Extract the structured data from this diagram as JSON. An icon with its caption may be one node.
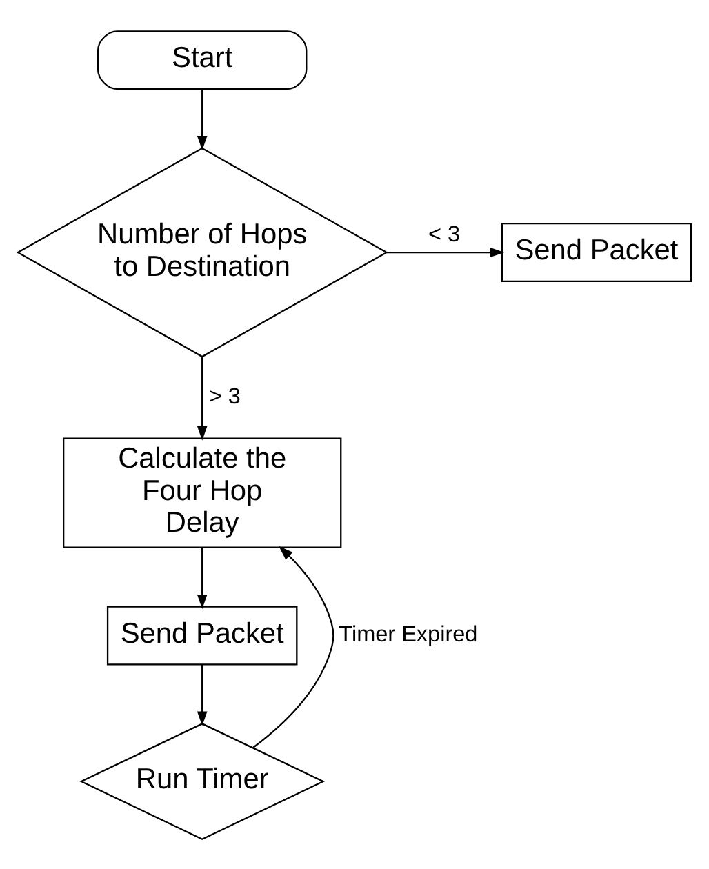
{
  "diagram": {
    "nodes": [
      {
        "text": [
          "Start"
        ]
      },
      {
        "text": [
          "Number of Hops to Destination"
        ]
      },
      {
        "text": [
          "Send Packet"
        ]
      },
      {
        "text": [
          "Calculate the Four Hop Delay"
        ]
      },
      {
        "text": [
          "Send Packet"
        ]
      },
      {
        "text": [
          "Run Timer"
        ]
      }
    ],
    "edges": [
      {
        "from": 0,
        "to": 1,
        "arrow": "to"
      },
      {
        "from": 1,
        "to": 2,
        "arrow": "to",
        "label": "< 3"
      },
      {
        "from": 1,
        "to": 3,
        "arrow": "to",
        "label": "> 3"
      },
      {
        "from": 3,
        "to": 4,
        "arrow": "to"
      },
      {
        "from": 4,
        "to": 5,
        "arrow": "to"
      },
      {
        "from": 5,
        "to": 3,
        "arrow": "to",
        "label": "Timer Expired"
      }
    ]
  }
}
